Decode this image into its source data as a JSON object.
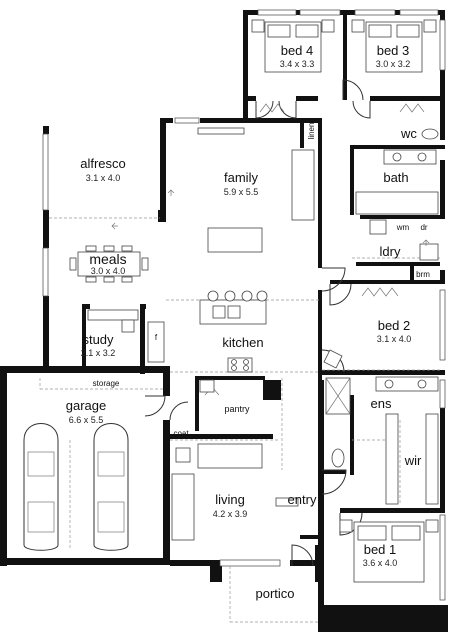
{
  "rooms": {
    "bed4": {
      "name": "bed 4",
      "dims": "3.4 x 3.3"
    },
    "bed3": {
      "name": "bed 3",
      "dims": "3.0 x 3.2"
    },
    "alfresco": {
      "name": "alfresco",
      "dims": "3.1 x 4.0"
    },
    "family": {
      "name": "family",
      "dims": "5.9 x 5.5"
    },
    "meals": {
      "name": "meals",
      "dims": "3.0 x 4.0"
    },
    "study": {
      "name": "study",
      "dims": "2.1 x 3.2"
    },
    "kitchen": {
      "name": "kitchen"
    },
    "bed2": {
      "name": "bed 2",
      "dims": "3.1 x 4.0"
    },
    "garage": {
      "name": "garage",
      "dims": "6.6 x 5.5"
    },
    "living": {
      "name": "living",
      "dims": "4.2 x 3.9"
    },
    "bed1": {
      "name": "bed 1",
      "dims": "3.6 x 4.0"
    },
    "bath": {
      "name": "bath"
    },
    "ldry": {
      "name": "ldry"
    },
    "wc": {
      "name": "wc"
    },
    "ens": {
      "name": "ens"
    },
    "wir": {
      "name": "wir"
    },
    "entry": {
      "name": "entry"
    },
    "portico": {
      "name": "portico"
    }
  },
  "labels": {
    "linen": "linen",
    "storage": "storage",
    "pantry": "pantry",
    "coat": "coat",
    "brm": "brm",
    "wm": "wm",
    "dr": "dr",
    "f": "f"
  }
}
